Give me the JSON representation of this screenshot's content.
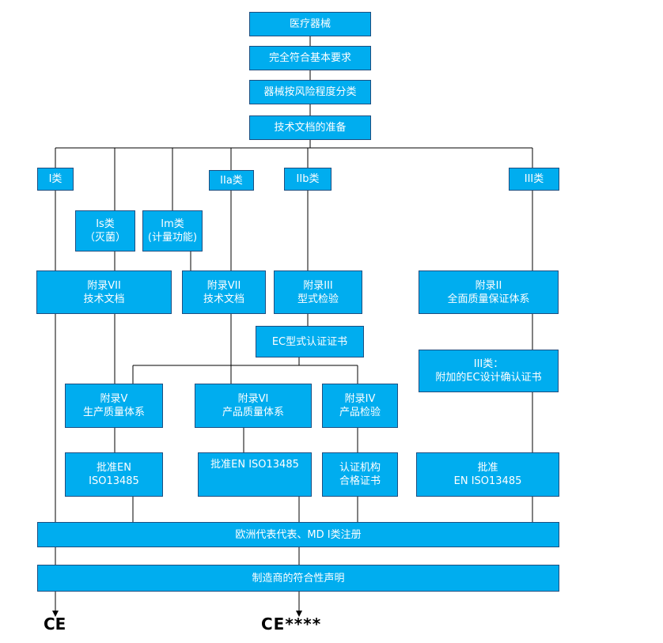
{
  "nodes": {
    "medical_device": "医疗器械",
    "essential_requirements": "完全符合基本要求",
    "classify_by_risk": "器械按风险程度分类",
    "tech_doc_prep": "技术文档的准备",
    "class_I": "I类",
    "class_IIa": "IIa类",
    "class_IIb": "IIb类",
    "class_III": "III类",
    "class_Is": {
      "line1": "Is类",
      "line2": "（灭菌）"
    },
    "class_Im": {
      "line1": "Im类",
      "line2": "(计量功能)"
    },
    "annex_VII_left": {
      "line1": "附录VII",
      "line2": "技术文档"
    },
    "annex_VII_mid": {
      "line1": "附录VII",
      "line2": "技术文档"
    },
    "annex_III": {
      "line1": "附录III",
      "line2": "型式检验"
    },
    "annex_II": {
      "line1": "附录II",
      "line2": "全面质量保证体系"
    },
    "ec_type_cert": "EC型式认证证书",
    "class_III_design": {
      "line1": "III类：",
      "line2": "附加的EC设计确认证书"
    },
    "annex_V": {
      "line1": "附录V",
      "line2": "生产质量体系"
    },
    "annex_VI": {
      "line1": "附录VI",
      "line2": "产品质量体系"
    },
    "annex_IV": {
      "line1": "附录IV",
      "line2": "产品检验"
    },
    "approve_en_1": {
      "line1": "批准EN",
      "line2": "ISO13485"
    },
    "approve_en_2": "批准EN ISO13485",
    "notified_body_cert": {
      "line1": "认证机构",
      "line2": "合格证书"
    },
    "approve_en_3": {
      "line1": "批准",
      "line2": "EN ISO13485"
    },
    "eu_rep": "欧洲代表代表、MD I类注册",
    "declaration": "制造商的符合性声明"
  },
  "marks": {
    "ce_left": "CE",
    "ce_right": "CE****"
  },
  "colors": {
    "box_fill": "#00adef",
    "box_border": "#1d4e80",
    "line": "#000000"
  }
}
